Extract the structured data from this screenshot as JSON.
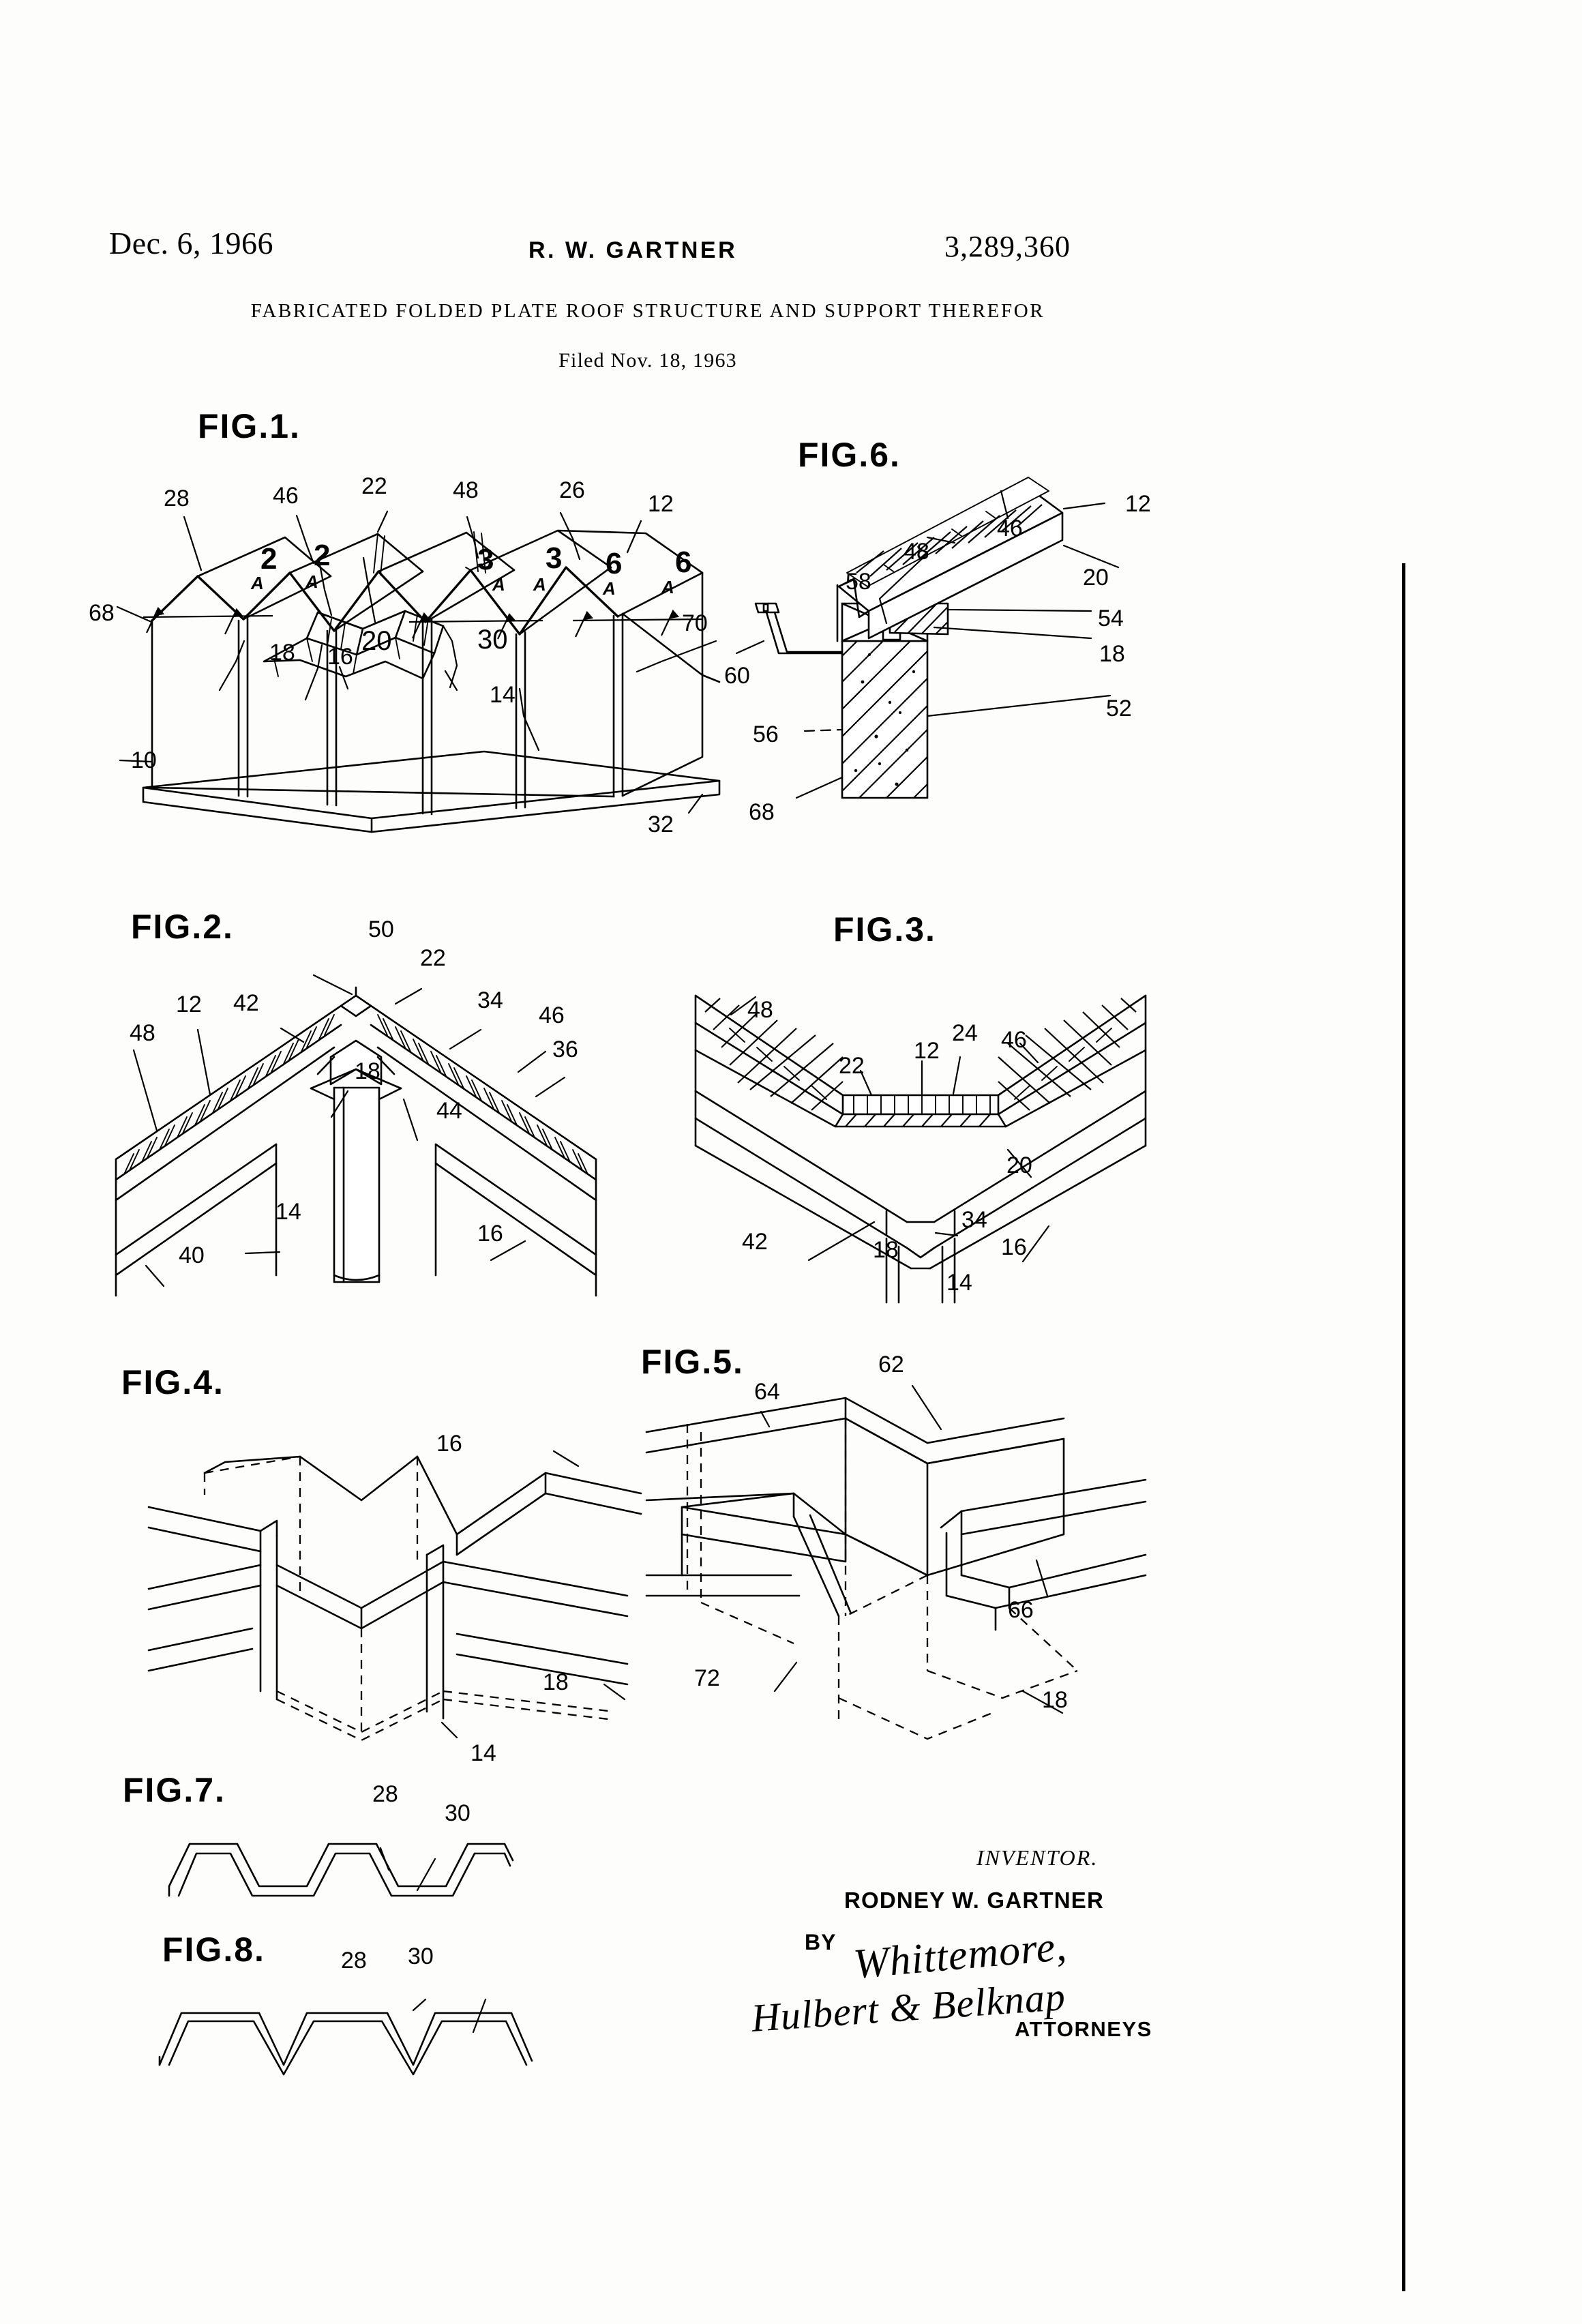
{
  "header": {
    "date": "Dec. 6, 1966",
    "inventor_line": "R. W. GARTNER",
    "patent_number": "3,289,360",
    "title": "FABRICATED FOLDED PLATE ROOF STRUCTURE AND SUPPORT THEREFOR",
    "filed": "Filed Nov. 18, 1963"
  },
  "figures": {
    "fig1": {
      "label": "FIG.1.",
      "refs": [
        "28",
        "46",
        "22",
        "48",
        "26",
        "12",
        "68",
        "18",
        "16",
        "20",
        "30",
        "14",
        "70",
        "10",
        "32"
      ],
      "section_marks": [
        {
          "num": "2",
          "letter": "A"
        },
        {
          "num": "2",
          "letter": "A"
        },
        {
          "num": "3",
          "letter": "A"
        },
        {
          "num": "3",
          "letter": "A"
        },
        {
          "num": "6",
          "letter": "A"
        },
        {
          "num": "6",
          "letter": "A"
        }
      ]
    },
    "fig2": {
      "label": "FIG.2.",
      "refs": [
        "50",
        "22",
        "12",
        "42",
        "34",
        "46",
        "48",
        "36",
        "18",
        "44",
        "14",
        "16",
        "40"
      ]
    },
    "fig3": {
      "label": "FIG.3.",
      "refs": [
        "48",
        "22",
        "12",
        "24",
        "46",
        "20",
        "34",
        "42",
        "18",
        "16",
        "14"
      ]
    },
    "fig4": {
      "label": "FIG.4.",
      "refs": [
        "16",
        "18",
        "14"
      ]
    },
    "fig5": {
      "label": "FIG.5.",
      "refs": [
        "62",
        "64",
        "66",
        "72",
        "18"
      ]
    },
    "fig6": {
      "label": "FIG.6.",
      "refs": [
        "12",
        "46",
        "48",
        "20",
        "58",
        "54",
        "18",
        "60",
        "52",
        "56",
        "68"
      ]
    },
    "fig7": {
      "label": "FIG.7.",
      "refs": [
        "28",
        "30"
      ]
    },
    "fig8": {
      "label": "FIG.8.",
      "refs": [
        "28",
        "30"
      ]
    }
  },
  "signature": {
    "inventor_caption": "INVENTOR.",
    "inventor_name": "RODNEY W. GARTNER",
    "by": "BY",
    "signature_1": "Whittemore,",
    "signature_2": "Hulbert & Belknap",
    "attorneys": "ATTORNEYS"
  },
  "colors": {
    "ink": "#000000",
    "paper": "#fdfdfc"
  }
}
